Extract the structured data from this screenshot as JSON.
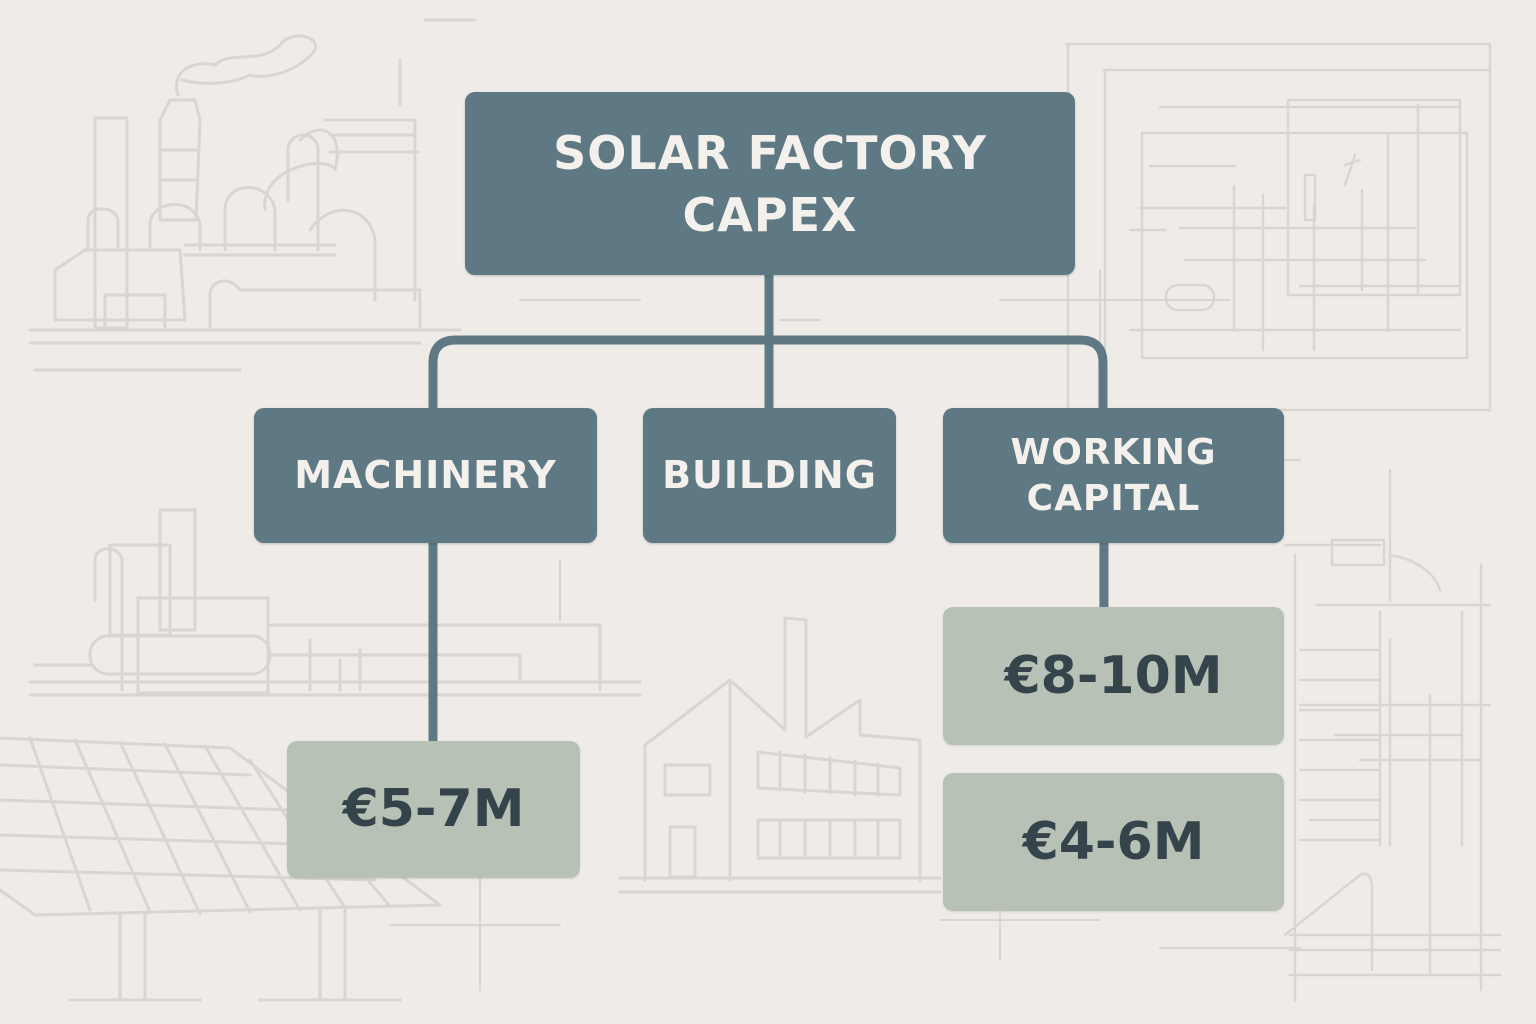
{
  "diagram": {
    "title_line1": "SOLAR FACTORY",
    "title_line2": "CAPEX",
    "categories": [
      {
        "id": "machinery",
        "label": "MACHINERY",
        "values": [
          "€5-7M"
        ]
      },
      {
        "id": "building",
        "label": "BUILDING",
        "values": []
      },
      {
        "id": "working-capital",
        "label_line1": "WORKING",
        "label_line2": "CAPITAL",
        "values": [
          "€8-10M",
          "€4-6M"
        ]
      }
    ]
  },
  "colors": {
    "background": "#efece8",
    "node_primary": "#5e7983",
    "node_primary_text": "#f4f1ec",
    "node_value": "#b8c1b6",
    "node_value_text": "#35444b",
    "connector": "#5e7983",
    "sketch_lines": "#d9d5d0"
  },
  "background_illustrations": [
    "factory-with-smokestacks",
    "blueprint-schematic",
    "industrial-machinery",
    "solar-panel-array",
    "factory-building",
    "technical-drawing"
  ]
}
